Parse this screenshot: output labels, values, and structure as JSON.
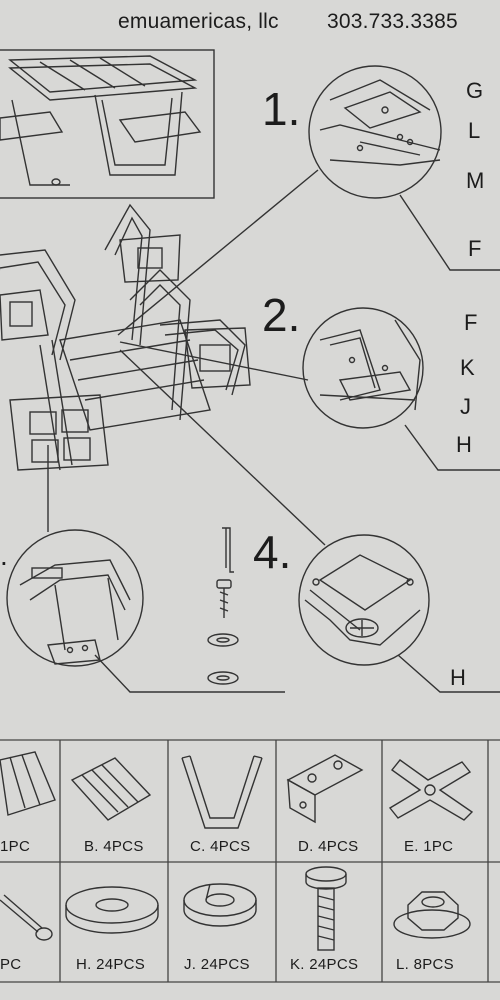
{
  "header": {
    "company": "emuamericas, llc",
    "phone": "303.733.3385"
  },
  "steps": {
    "one": "1.",
    "two": "2.",
    "three": ".",
    "four": "4."
  },
  "step1_parts": [
    "G",
    "L",
    "M",
    "F"
  ],
  "step2_parts": [
    "F",
    "K",
    "J",
    "H"
  ],
  "step4_parts": [
    "H"
  ],
  "parts_row1": [
    "1PC",
    "B. 4PCS",
    "C. 4PCS",
    "D. 4PCS",
    "E. 1PC"
  ],
  "parts_row2": [
    "PC",
    "H. 24PCS",
    "J. 24PCS",
    "K. 24PCS",
    "L. 8PCS"
  ],
  "colors": {
    "paper": "#d8d8d6",
    "ink": "#1c1c1c"
  }
}
